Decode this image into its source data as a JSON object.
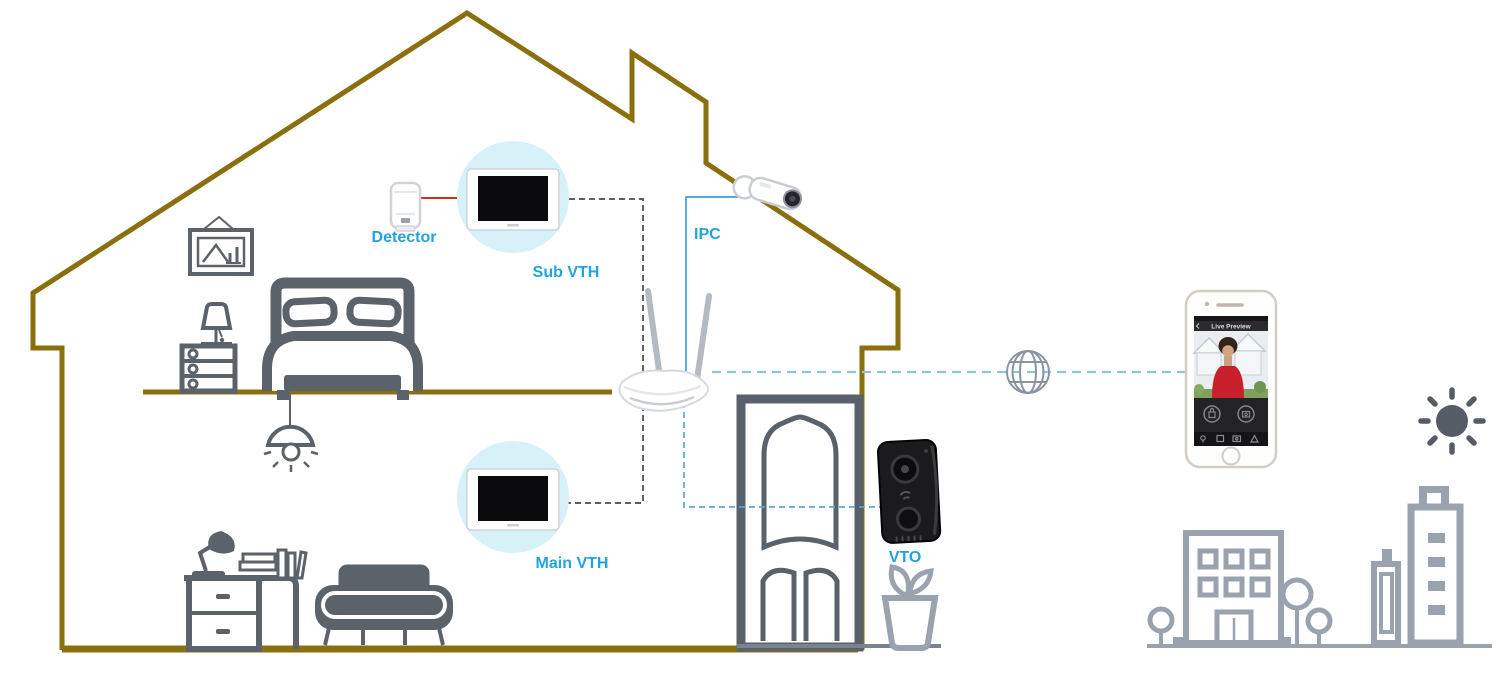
{
  "labels": {
    "detector": "Detector",
    "sub_vth": "Sub VTH",
    "ipc": "IPC",
    "main_vth": "Main VTH",
    "vto": "VTO"
  },
  "phone": {
    "app_title": "Live Preview"
  },
  "icons": [
    "motion-detector-icon",
    "sub-vth-monitor-icon",
    "main-vth-monitor-icon",
    "wifi-router-icon",
    "ipc-bullet-camera-icon",
    "vto-door-station-icon",
    "entrance-door-icon",
    "plant-pot-icon",
    "smartphone-icon",
    "internet-globe-icon",
    "sun-icon",
    "picture-frame-icon",
    "bed-icon",
    "nightstand-icon",
    "table-lamp-icon",
    "ceiling-lamp-icon",
    "desk-icon",
    "desk-lamp-icon",
    "books-icon",
    "sofa-icon",
    "office-building-icon",
    "skyscraper-icon",
    "tree-icon",
    "house-outline"
  ],
  "connections": [
    {
      "from": "motion-detector",
      "to": "sub-vth",
      "style": "solid-red"
    },
    {
      "from": "sub-vth",
      "to": "main-vth",
      "style": "dashed-gray"
    },
    {
      "from": "ipc-camera",
      "to": "wifi-router",
      "style": "solid-blue"
    },
    {
      "from": "wifi-router",
      "to": "vto-door-station",
      "style": "dashed-blue"
    },
    {
      "from": "wifi-router",
      "to": "smartphone",
      "style": "dashed-blue",
      "via": "internet-globe"
    }
  ],
  "colors": {
    "house_outline": "#8a6f0e",
    "furniture_gray": "#5b6269",
    "city_gray": "#9aa2ae",
    "label_blue": "#21a3dd",
    "alarm_red": "#d42b1e",
    "network_blue": "#58a8d4",
    "vth_halo_cyan": "#d6f1f8"
  }
}
